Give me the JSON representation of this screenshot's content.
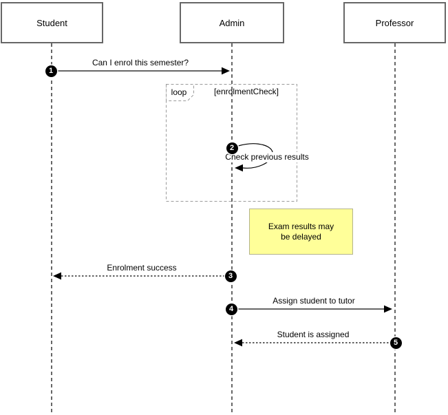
{
  "diagram": {
    "type": "uml-sequence",
    "actors": [
      {
        "name": "Student"
      },
      {
        "name": "Admin"
      },
      {
        "name": "Professor"
      }
    ],
    "messages": [
      {
        "seq": "1",
        "label": "Can I enrol this semester?",
        "from": "Student",
        "to": "Admin",
        "line": "solid"
      },
      {
        "seq": "2",
        "label": "Check previous results",
        "from": "Admin",
        "to": "Admin",
        "line": "self"
      },
      {
        "seq": "3",
        "label": "Enrolment success",
        "from": "Admin",
        "to": "Student",
        "line": "dashed"
      },
      {
        "seq": "4",
        "label": "Assign student to tutor",
        "from": "Admin",
        "to": "Professor",
        "line": "solid"
      },
      {
        "seq": "5",
        "label": "Student is assigned",
        "from": "Professor",
        "to": "Admin",
        "line": "dashed"
      }
    ],
    "fragment": {
      "operator": "loop",
      "guard": "[enrolmentCheck]"
    },
    "note": {
      "text": "Exam results may\nbe delayed",
      "fill": "#FFFF99",
      "border": "#B3B38C"
    },
    "colors": {
      "background": "#FFFFFF",
      "shape_border": "#666666",
      "solid_message_line": "#666666",
      "return_message_line": "#000000",
      "fragment_border": "#999999",
      "badge_fill": "#000000",
      "badge_text": "#FFFFFF"
    }
  }
}
